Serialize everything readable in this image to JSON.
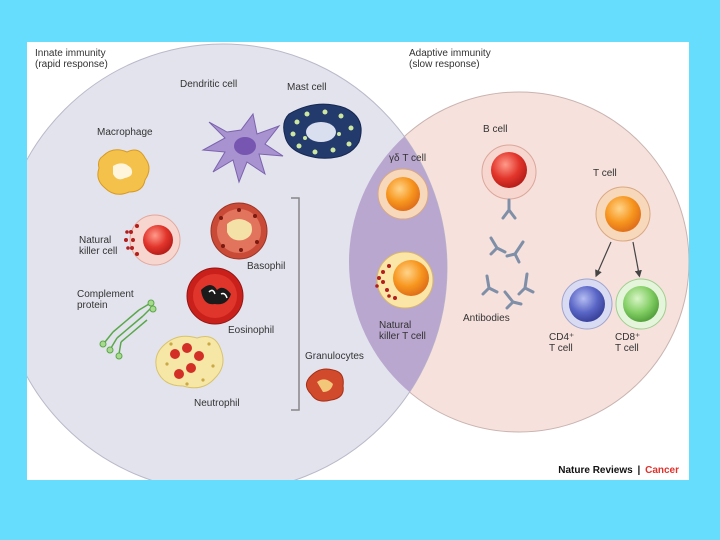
{
  "colors": {
    "background": "#66ddfc",
    "innate_circle": "#e3e3ee",
    "adaptive_circle": "#f6e1dc",
    "overlap": "#b9a7cf",
    "credit_accent": "#e0312b"
  },
  "innate": {
    "title": "Innate immunity\n(rapid response)"
  },
  "adaptive": {
    "title": "Adaptive immunity\n(slow response)"
  },
  "labels": {
    "dendritic_cell": "Dendritic cell",
    "mast_cell": "Mast cell",
    "macrophage": "Macrophage",
    "natural_killer_cell": "Natural\nkiller cell",
    "complement_protein": "Complement\nprotein",
    "basophil": "Basophil",
    "eosinophil": "Eosinophil",
    "neutrophil": "Neutrophil",
    "granulocytes": "Granulocytes",
    "gamma_delta_t_cell": "γδ T cell",
    "natural_killer_t_cell": "Natural\nkiller T cell",
    "b_cell": "B cell",
    "t_cell": "T cell",
    "antibodies": "Antibodies",
    "cd4_t_cell": "CD4⁺\nT cell",
    "cd8_t_cell": "CD8⁺\nT cell"
  },
  "credit": {
    "journal": "Nature Reviews",
    "separator": "|",
    "section": "Cancer"
  }
}
